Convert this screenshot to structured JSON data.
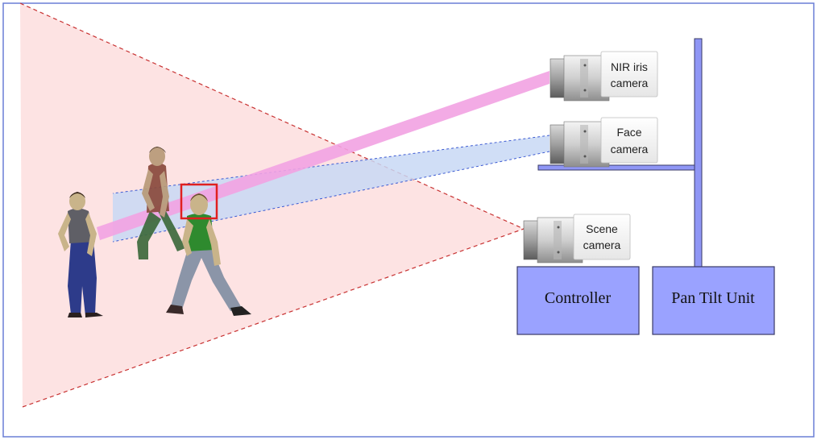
{
  "cameras": {
    "nir": {
      "line1": "NIR iris",
      "line2": "camera"
    },
    "face": {
      "line1": "Face",
      "line2": "camera"
    },
    "scene": {
      "line1": "Scene",
      "line2": "camera"
    }
  },
  "boxes": {
    "controller": "Controller",
    "pan_tilt": "Pan Tilt Unit"
  },
  "colors": {
    "frame": "#6a7fd6",
    "scene_fov_fill": "#fde3e3",
    "scene_fov_edge": "#c83232",
    "nir_beam": "#f2a2e2",
    "face_beam": "#c8d8f4",
    "face_beam_edge": "#3c5ad2",
    "box_fill": "#9aa2ff",
    "box_edge": "#3a3a66",
    "target_box": "#e02020"
  }
}
